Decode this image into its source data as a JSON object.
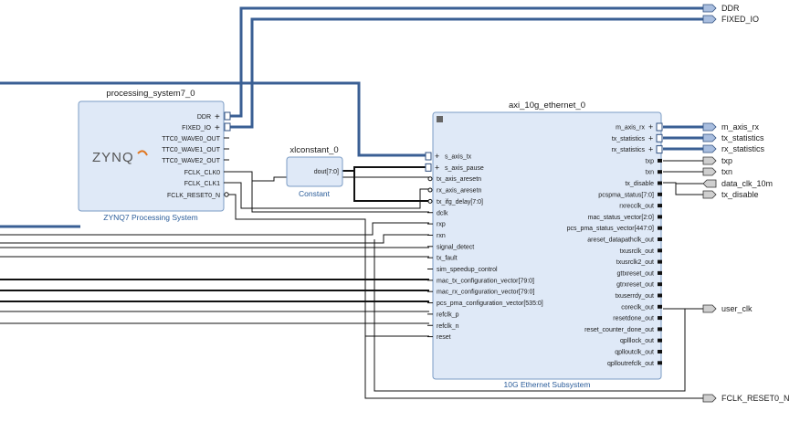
{
  "ports": {
    "ddr": "DDR",
    "fixed_io": "FIXED_IO",
    "m_axis_rx": "m_axis_rx",
    "tx_statistics": "tx_statistics",
    "rx_statistics": "rx_statistics",
    "txp": "txp",
    "txn": "txn",
    "data_clk_10m": "data_clk_10m",
    "tx_disable": "tx_disable",
    "user_clk": "user_clk",
    "fclk_reset0_n": "FCLK_RESET0_N"
  },
  "ps7": {
    "instance": "processing_system7_0",
    "subtitle": "ZYNQ7 Processing System",
    "logo": "ZYNQ",
    "pins": [
      "DDR",
      "FIXED_IO",
      "TTC0_WAVE0_OUT",
      "TTC0_WAVE1_OUT",
      "TTC0_WAVE2_OUT",
      "FCLK_CLK0",
      "FCLK_CLK1",
      "FCLK_RESET0_N"
    ]
  },
  "xlconstant": {
    "instance": "xlconstant_0",
    "subtitle": "Constant",
    "pin": "dout[7:0]"
  },
  "eth": {
    "instance": "axi_10g_ethernet_0",
    "subtitle": "10G Ethernet Subsystem",
    "left_pins": [
      "s_axis_tx",
      "s_axis_pause",
      "tx_axis_aresetn",
      "rx_axis_aresetn",
      "tx_ifg_delay[7:0]",
      "dclk",
      "rxp",
      "rxn",
      "signal_detect",
      "tx_fault",
      "sim_speedup_control",
      "mac_tx_configuration_vector[79:0]",
      "mac_rx_configuration_vector[79:0]",
      "pcs_pma_configuration_vector[535:0]",
      "refclk_p",
      "refclk_n",
      "reset"
    ],
    "right_pins": [
      "m_axis_rx",
      "tx_statistics",
      "rx_statistics",
      "txp",
      "txn",
      "tx_disable",
      "pcspma_status[7:0]",
      "rxrecclk_out",
      "mac_status_vector[2:0]",
      "pcs_pma_status_vector[447:0]",
      "areset_datapathclk_out",
      "txusrclk_out",
      "txusrclk2_out",
      "gttxreset_out",
      "gtrxreset_out",
      "txuserrdy_out",
      "coreclk_out",
      "resetdone_out",
      "reset_counter_done_out",
      "qplllock_out",
      "qplloutclk_out",
      "qplloutrefclk_out"
    ]
  }
}
